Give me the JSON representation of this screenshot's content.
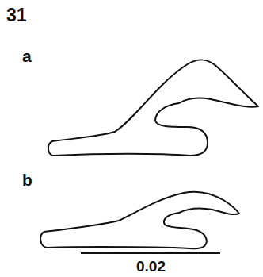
{
  "diagram": {
    "labels": [
      "31",
      "a",
      "b",
      "0.02"
    ]
  }
}
